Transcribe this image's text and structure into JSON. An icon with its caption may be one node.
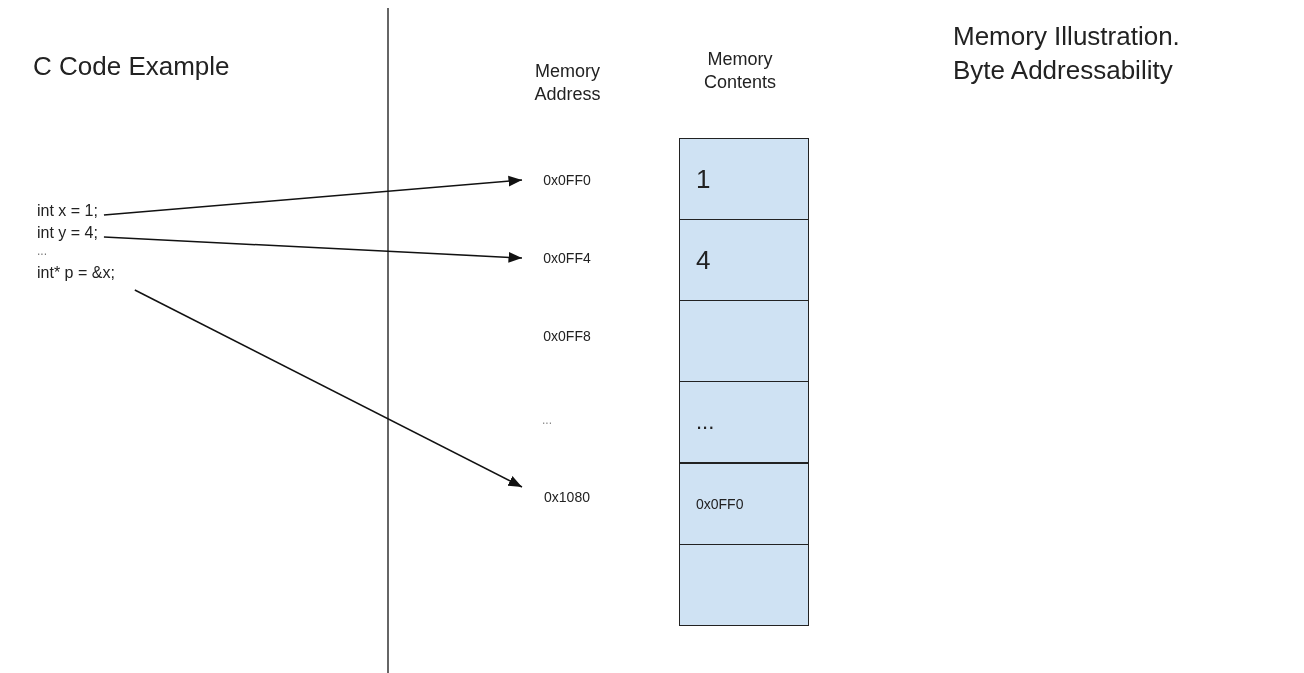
{
  "diagram": {
    "nodes": [
      {
        "text": [
          "int x = 1;"
        ]
      },
      {
        "text": [
          "int y = 4;"
        ]
      },
      {
        "text": [
          "int* p = &x;"
        ]
      },
      {
        "text": [
          "0x0FF0"
        ]
      },
      {
        "text": [
          "0x0FF4"
        ]
      },
      {
        "text": [
          "0x1080"
        ]
      },
      {
        "text": [
          "1"
        ]
      },
      {
        "text": [
          "4"
        ]
      },
      {
        "text": [],
        "shape": "box"
      },
      {
        "text": [
          "..."
        ]
      },
      {
        "text": [
          "0x0FF0"
        ]
      },
      {
        "text": [],
        "shape": "box"
      }
    ],
    "edges": [
      {
        "from": 0,
        "to": 3,
        "arrow": "to"
      },
      {
        "from": 1,
        "to": 4,
        "arrow": "to"
      },
      {
        "from": 2,
        "to": 5,
        "arrow": "to"
      }
    ],
    "labels": [
      "C Code Example",
      "Memory Address",
      "Memory Contents",
      "Memory Illustration. Byte Addressability",
      "...",
      "0x0FF8",
      "..."
    ]
  }
}
